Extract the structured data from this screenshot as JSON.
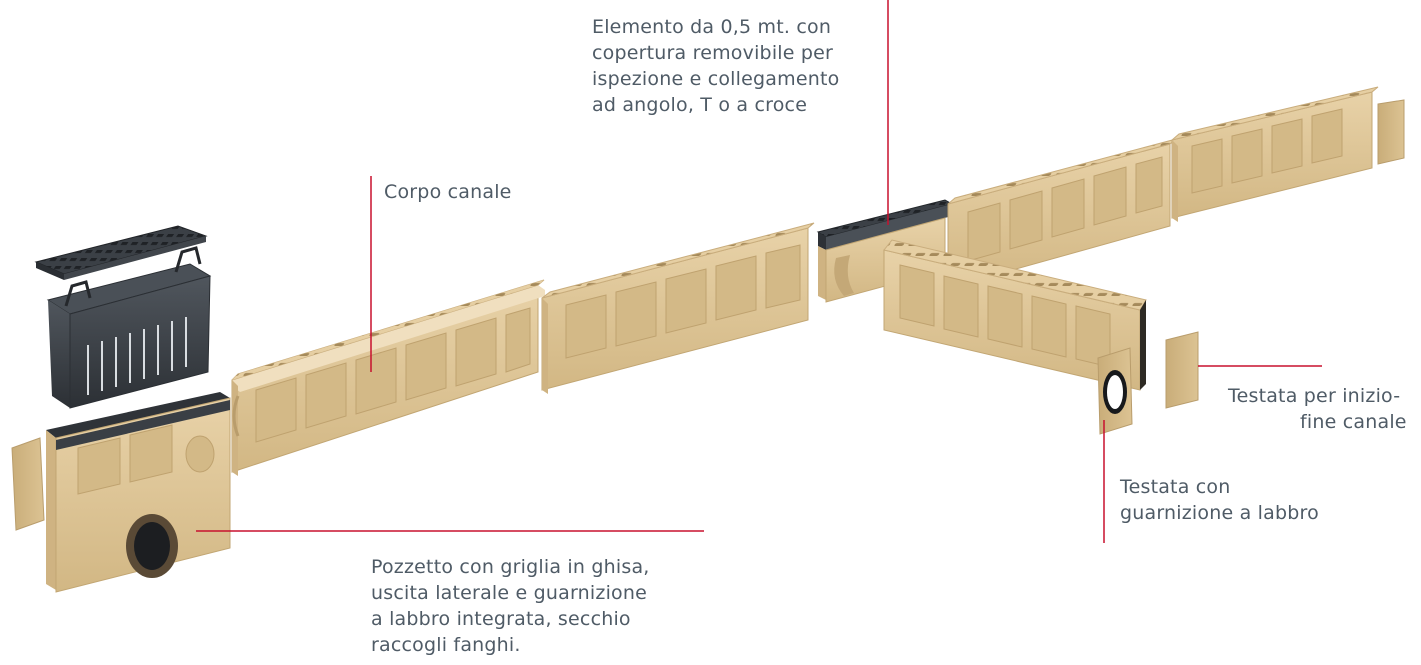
{
  "colors": {
    "leader_line": "#c8102e",
    "label_text": "#4f5b66",
    "concrete": "#ddc59a",
    "grate_iron": "#3a3f45"
  },
  "callouts": {
    "elemento": {
      "lines": [
        "Elemento da 0,5 mt. con",
        "copertura removibile per",
        "ispezione e collegamento",
        "ad angolo, T o a croce"
      ]
    },
    "corpo": {
      "lines": [
        "Corpo canale"
      ]
    },
    "pozzetto": {
      "lines": [
        "Pozzetto con griglia in ghisa,",
        "uscita laterale e guarnizione",
        "a labbro integrata, secchio",
        "raccogli fanghi."
      ]
    },
    "testata_inizio": {
      "lines": [
        "Testata per inizio-",
        "fine canale"
      ]
    },
    "testata_guarnizione": {
      "lines": [
        "Testata con",
        "guarnizione a labbro"
      ]
    }
  },
  "components": [
    {
      "name": "Pozzetto"
    },
    {
      "name": "Corpo canale"
    },
    {
      "name": "Elemento da 0,5 mt."
    },
    {
      "name": "Testata con guarnizione a labbro"
    },
    {
      "name": "Testata per inizio-fine canale"
    }
  ]
}
